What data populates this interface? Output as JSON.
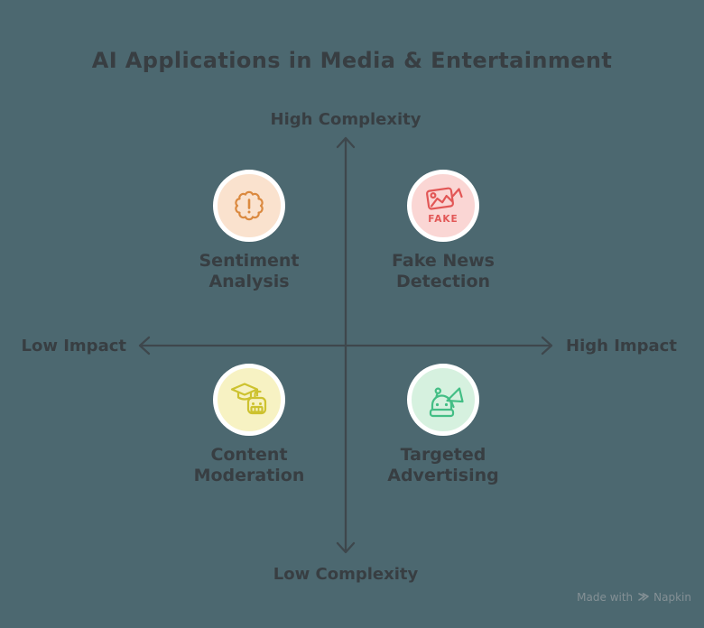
{
  "title": "AI Applications in Media & Entertainment",
  "axis_labels": {
    "top": "High Complexity",
    "bottom": "Low Complexity",
    "left": "Low Impact",
    "right": "High Impact"
  },
  "quadrants": [
    {
      "position": "top-left",
      "label_line1": "Sentiment",
      "label_line2": "Analysis",
      "icon": "alert-badge-icon",
      "circle_color": "#FAE2CE",
      "icon_color": "#DB8A40"
    },
    {
      "position": "top-right",
      "label_line1": "Fake News",
      "label_line2": "Detection",
      "icon": "fake-image-icon",
      "icon_text": "FAKE",
      "circle_color": "#FAD6D4",
      "icon_color": "#E25756"
    },
    {
      "position": "bottom-left",
      "label_line1": "Content",
      "label_line2": "Moderation",
      "icon": "graduation-cap-robot-icon",
      "circle_color": "#F7F2C3",
      "icon_color": "#CDC22F"
    },
    {
      "position": "bottom-right",
      "label_line1": "Targeted",
      "label_line2": "Advertising",
      "icon": "robot-megaphone-icon",
      "circle_color": "#D6F1DF",
      "icon_color": "#43BE85"
    }
  ],
  "watermark": {
    "text": "Made with",
    "brand": "Napkin"
  },
  "colors": {
    "bg": "#4C6870",
    "text": "#383E42",
    "axis": "#3E474C",
    "halo": "#FFFFFF",
    "watermark": "#849095"
  }
}
